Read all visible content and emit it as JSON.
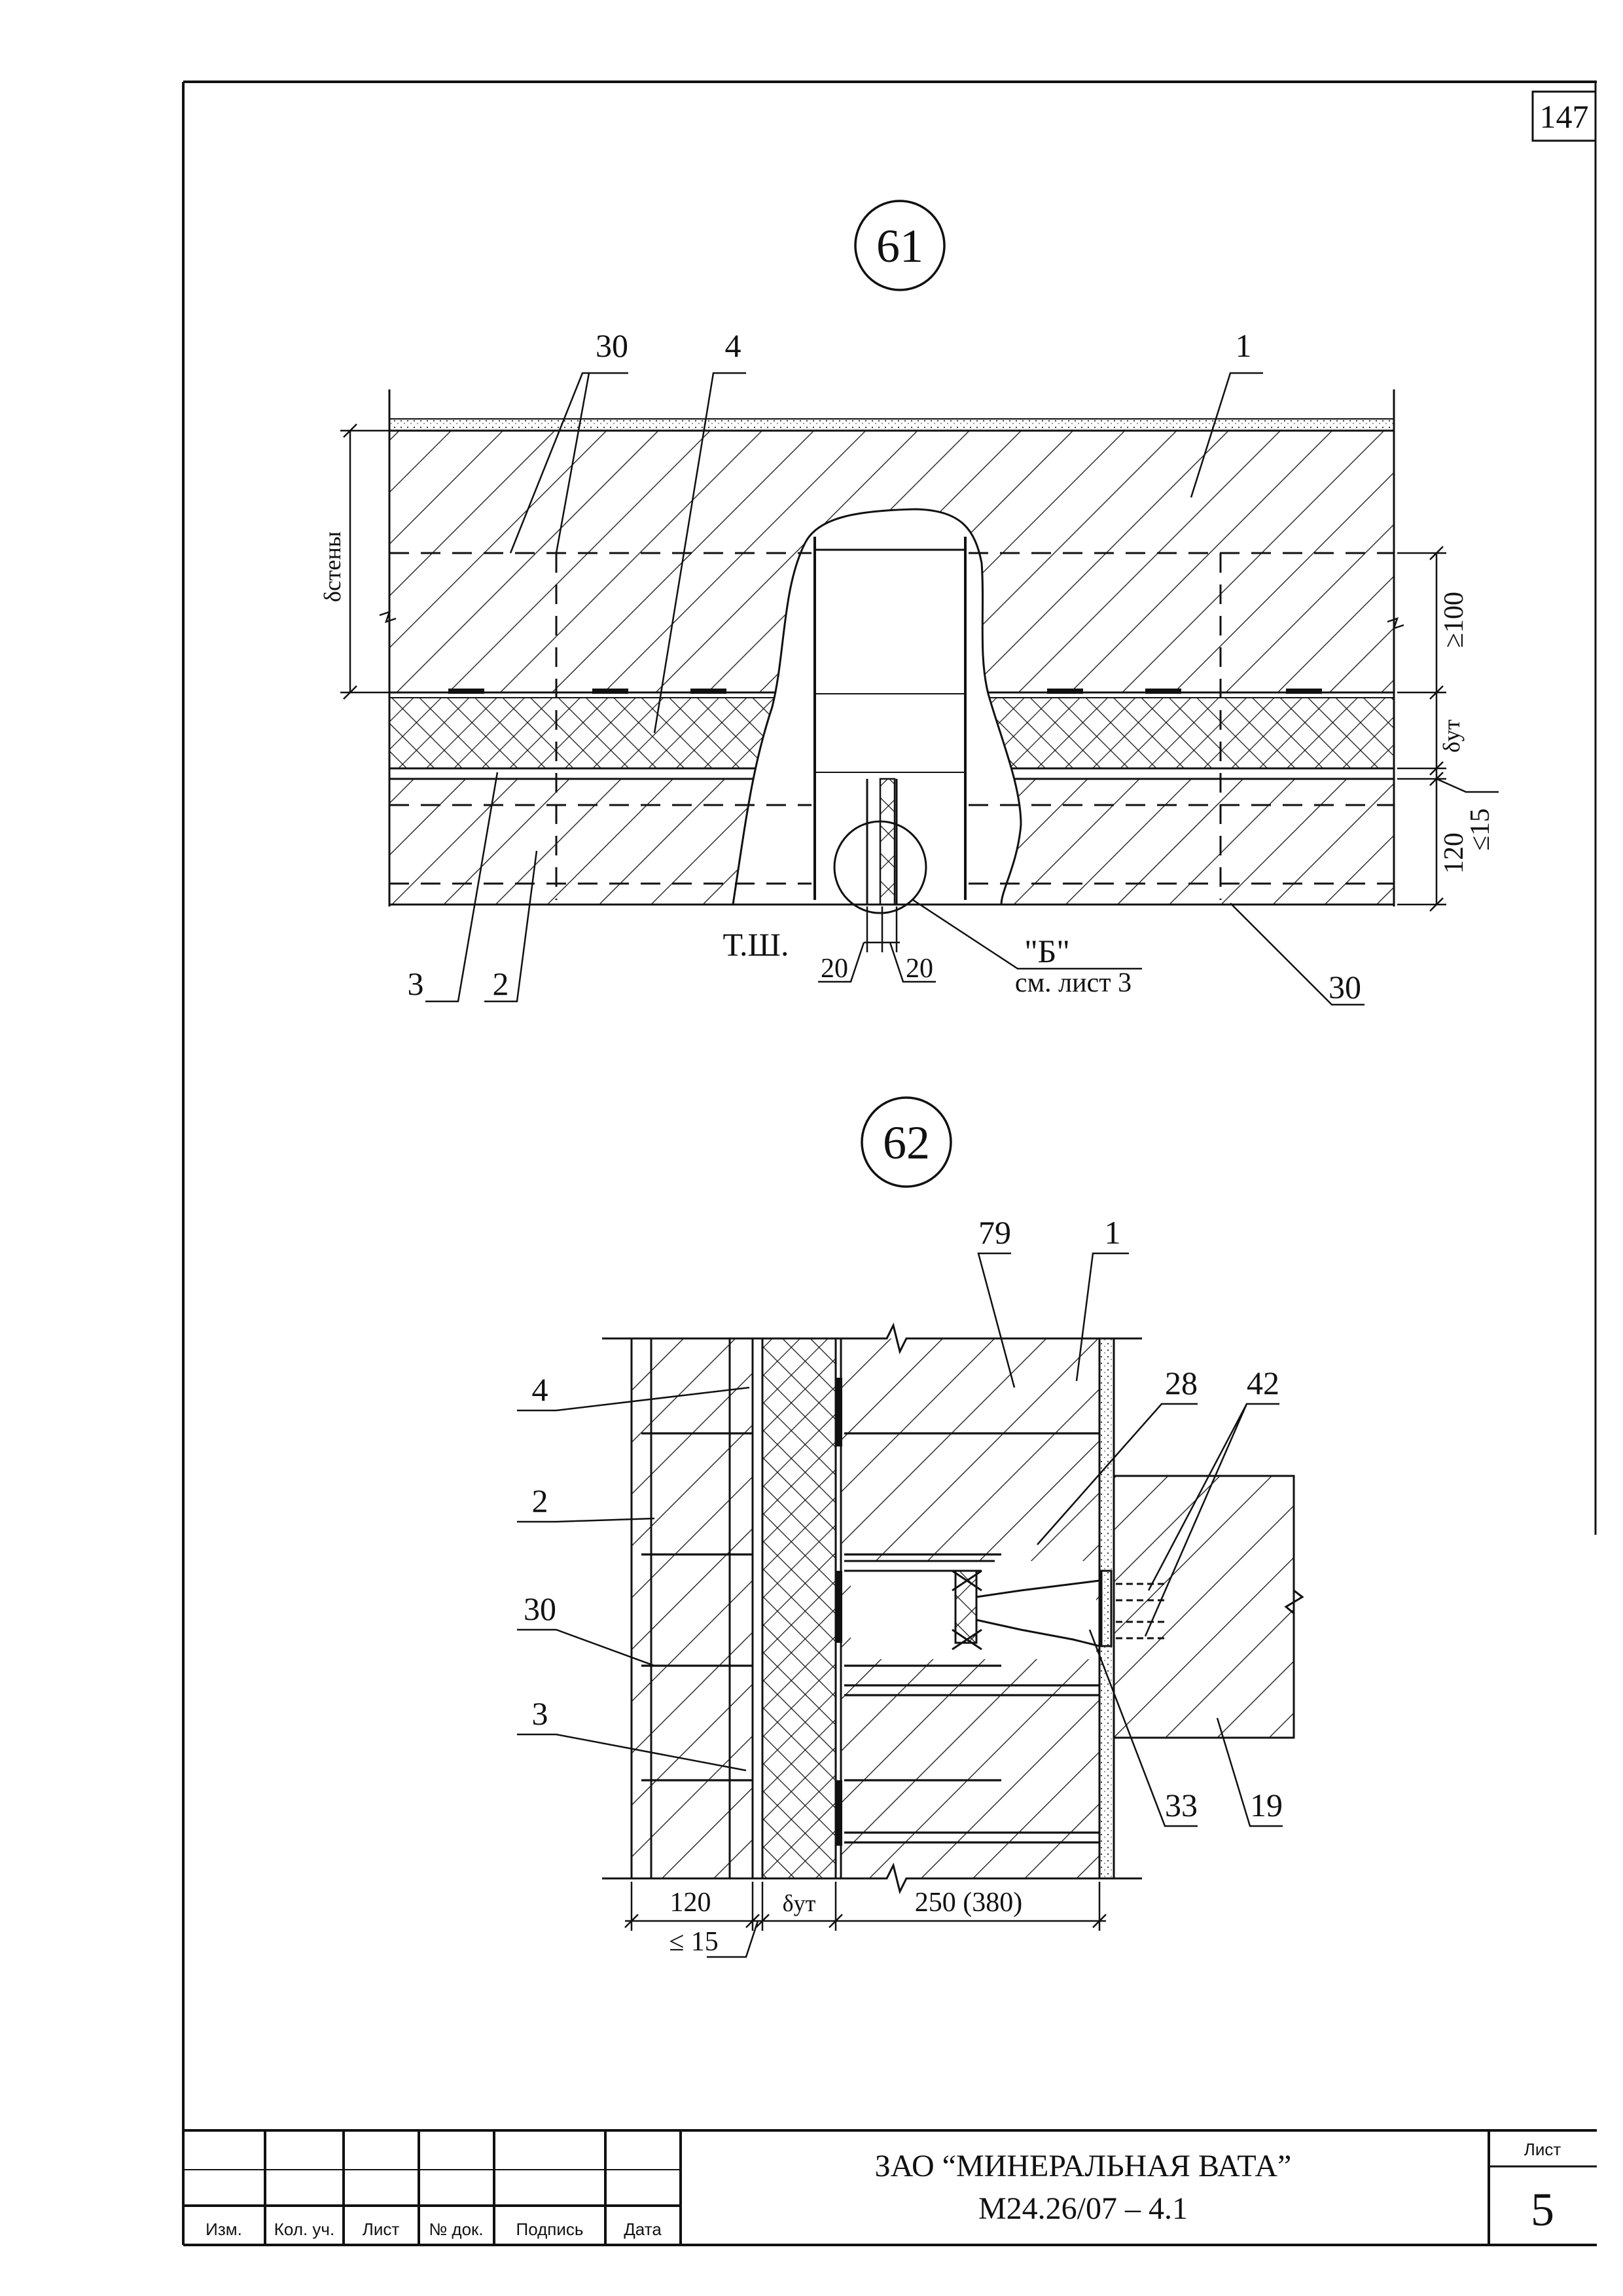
{
  "sheet_number_corner": "147",
  "detail_61": {
    "marker": "61",
    "labels": {
      "wall": "1",
      "facing": "2",
      "gap": "3",
      "insulation": "4",
      "ties_top": "30",
      "ties_right": "30"
    },
    "wall_thickness_label": "δстены",
    "insulation_thickness_label": "δут",
    "dims": {
      "tie_depth": "≥100",
      "gap_max": "≤15",
      "facing_thickness": "120",
      "joint_left": "20",
      "joint_right": "20"
    },
    "joint_label": "Т.Ш.",
    "node_label": "\"Б\"",
    "node_ref": "см. лист 3"
  },
  "detail_62": {
    "marker": "62",
    "labels": {
      "insulation": "4",
      "facing": "2",
      "ties": "30",
      "gap": "3",
      "item_79": "79",
      "wall": "1",
      "item_28": "28",
      "item_42": "42",
      "item_33": "33",
      "item_19": "19"
    },
    "dims": {
      "facing": "120",
      "insulation": "δут",
      "wall": "250 (380)",
      "gap_max": "≤ 15"
    }
  },
  "title_block": {
    "columns": [
      "Изм.",
      "Кол. уч.",
      "Лист",
      "№ док.",
      "Подпись",
      "Дата"
    ],
    "org": "ЗАО “МИНЕРАЛЬНАЯ ВАТА”",
    "code": "М24.26/07 – 4.1",
    "sheet_label": "Лист",
    "sheet_number": "5"
  }
}
